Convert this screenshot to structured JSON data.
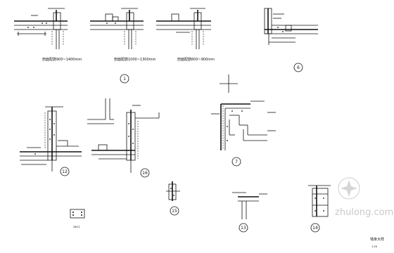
{
  "sheet": {
    "title": "墙身大样",
    "subtitle": "1:20"
  },
  "details": [
    {
      "key": "d1",
      "num": "1",
      "captions": [
        "剖面配筋900~1400mm",
        "剖面配筋1000~1300mm",
        "剖面配筋600~900mm"
      ]
    },
    {
      "key": "d6",
      "num": "6"
    },
    {
      "key": "d7",
      "num": "7"
    },
    {
      "key": "d12",
      "num": "12"
    },
    {
      "key": "d15",
      "num": "15"
    },
    {
      "key": "d16",
      "num": "16"
    },
    {
      "key": "d13",
      "num": "13"
    },
    {
      "key": "d14",
      "num": "14"
    }
  ],
  "small_label": "2Φ12",
  "watermark": {
    "text": "zhulong.com",
    "icon": "zhulong-logo-icon"
  }
}
